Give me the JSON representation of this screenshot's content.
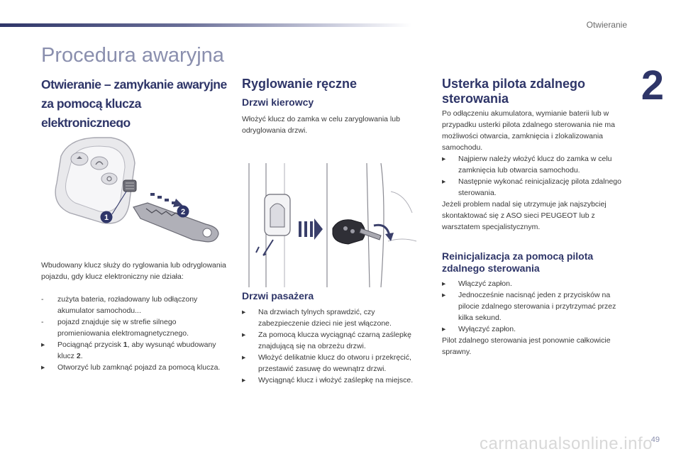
{
  "header": {
    "section": "Otwieranie",
    "chapter_number": "2",
    "page_title": "Procedura awaryjna",
    "page_number": "49"
  },
  "watermark": "carmanualsonline.info",
  "col1": {
    "heading_line1": "Otwieranie – zamykanie awaryjne",
    "heading_line2": "za pomocą klucza elektronicznego",
    "callout1": "1",
    "callout2": "2",
    "intro": "Wbudowany klucz służy do ryglowania lub odryglowania pojazdu, gdy klucz elektroniczny nie działa:",
    "items": [
      {
        "marker": "-",
        "text": "zużyta bateria, rozładowany lub odłączony akumulator samochodu..."
      },
      {
        "marker": "-",
        "text": "pojazd znajduje się w strefie silnego promieniowania elektromagnetycznego."
      },
      {
        "marker": "",
        "text_before": "Pociągnąć przycisk ",
        "bold": "1",
        "text_after": ", aby wysunąć wbudowany klucz ",
        "bold2": "2",
        "text_end": "."
      },
      {
        "marker": "",
        "text": "Otworzyć lub zamknąć pojazd za pomocą klucza."
      }
    ]
  },
  "col2": {
    "heading": "Ryglowanie ręczne",
    "sub1": "Drzwi kierowcy",
    "sub1_text": "Włożyć klucz do zamka w celu zaryglowania lub odryglowania drzwi.",
    "sub2": "Drzwi pasażera",
    "sub2_items": [
      "Na drzwiach tylnych sprawdzić, czy zabezpieczenie dzieci nie jest włączone.",
      "Za pomocą klucza wyciągnąć czarną zaślepkę znajdującą się na obrzeżu drzwi.",
      "Włożyć delikatnie klucz do otworu i przekręcić, przestawić zasuwę do wewnątrz drzwi.",
      "Wyciągnąć klucz i włożyć zaślepkę na miejsce."
    ]
  },
  "col3": {
    "heading_line1": "Usterka pilota zdalnego",
    "heading_line2": "sterowania",
    "intro": "Po odłączeniu akumulatora, wymianie baterii lub w przypadku usterki pilota zdalnego sterowania nie ma możliwości otwarcia, zamknięcia i zlokalizowania samochodu.",
    "items": [
      "Najpierw należy włożyć klucz do zamka w celu zamknięcia lub otwarcia samochodu.",
      "Następnie wykonać reinicjalizację pilota zdalnego sterowania."
    ],
    "outro": "Jeżeli problem nadal się utrzymuje jak najszybciej skontaktować się z ASO sieci PEUGEOT lub z warsztatem specjalistycznym.",
    "sub_heading_line1": "Reinicjalizacja za pomocą pilota",
    "sub_heading_line2": "zdalnego sterowania",
    "sub_items": [
      "Włączyć zapłon.",
      "Jednocześnie nacisnąć jeden z przycisków na pilocie zdalnego sterowania i przytrzymać przez kilka sekund.",
      "Wyłączyć zapłon."
    ],
    "sub_outro": "Pilot zdalnego sterowania jest ponownie całkowicie sprawny."
  },
  "colors": {
    "navy": "#2e3568",
    "title_grey": "#8a8fae",
    "text": "#3a3a3a"
  }
}
